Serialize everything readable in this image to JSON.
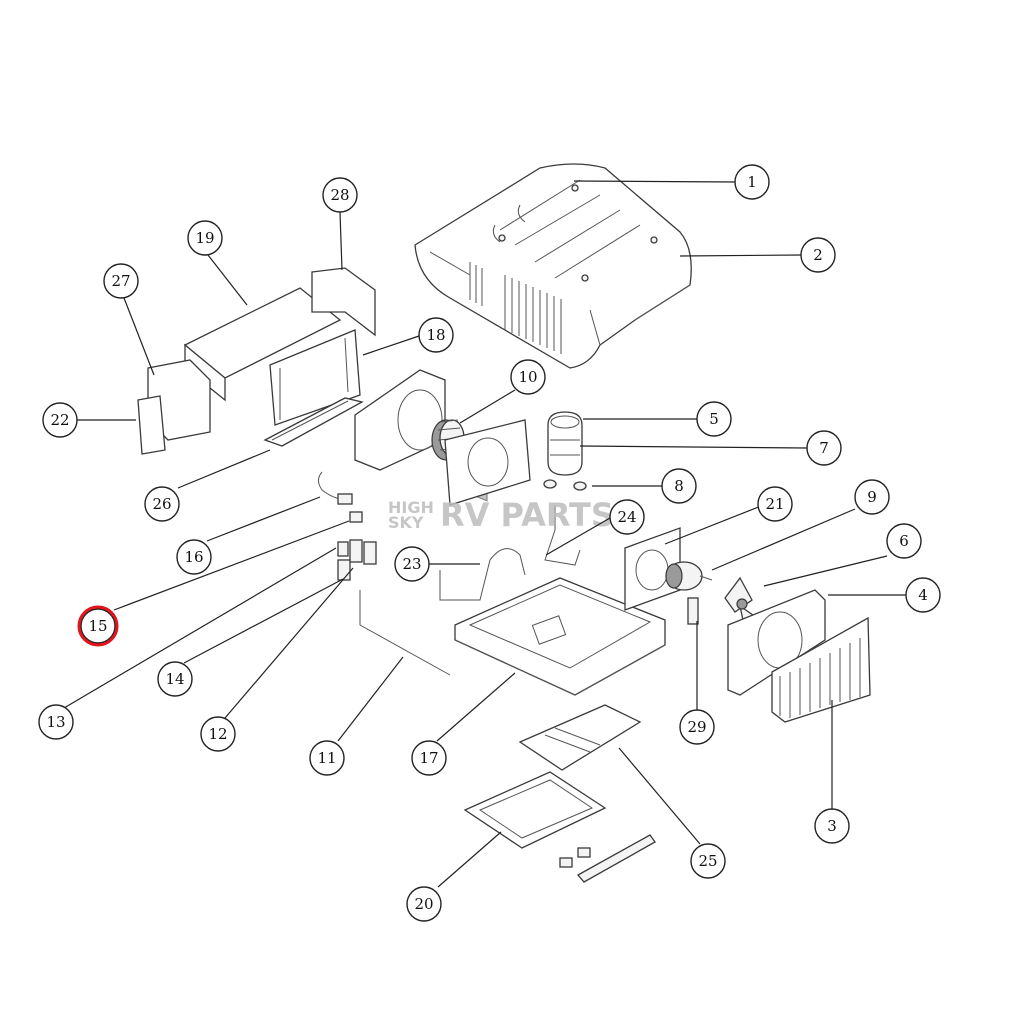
{
  "watermark": {
    "line1": "HIGH",
    "line2": "SKY",
    "brand": "RV PARTS"
  },
  "callouts": [
    "1",
    "2",
    "3",
    "4",
    "5",
    "6",
    "7",
    "8",
    "9",
    "10",
    "11",
    "12",
    "13",
    "14",
    "15",
    "16",
    "17",
    "18",
    "19",
    "20",
    "21",
    "22",
    "23",
    "24",
    "25",
    "26",
    "27",
    "28",
    "29"
  ],
  "highlighted_callout": "15",
  "colors": {
    "highlight": "#e2141c",
    "line": "#222222"
  }
}
